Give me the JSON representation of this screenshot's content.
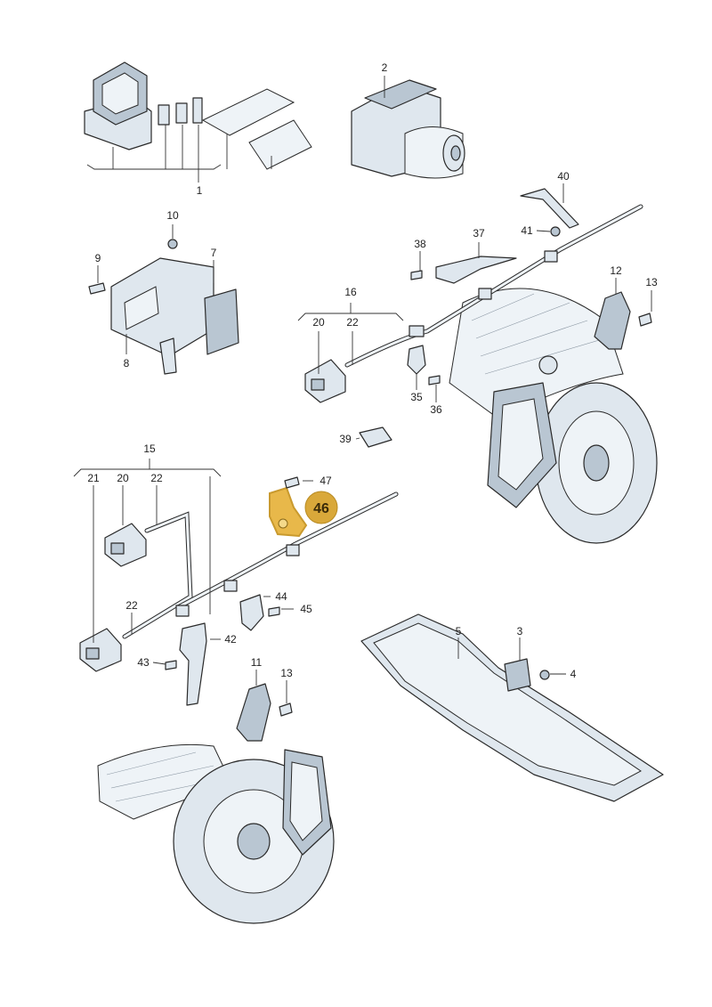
{
  "callouts": {
    "c1": "1",
    "c2": "2",
    "c3": "3",
    "c4": "4",
    "c5": "5",
    "c7": "7",
    "c8": "8",
    "c9": "9",
    "c10": "10",
    "c11": "11",
    "c12": "12",
    "c13a": "13",
    "c13b": "13",
    "c15": "15",
    "c16": "16",
    "c20a": "20",
    "c20b": "20",
    "c21": "21",
    "c22a": "22",
    "c22b": "22",
    "c22c": "22",
    "c35": "35",
    "c36": "36",
    "c37": "37",
    "c38": "38",
    "c39": "39",
    "c40": "40",
    "c41": "41",
    "c42": "42",
    "c43": "43",
    "c44": "44",
    "c45": "45",
    "c46": "46",
    "c47": "47"
  },
  "colors": {
    "highlight": "#c99a2e",
    "highlight_fill": "#d9a83a",
    "part_fill": "#dfe7ee",
    "outline": "#2a2a2a"
  }
}
